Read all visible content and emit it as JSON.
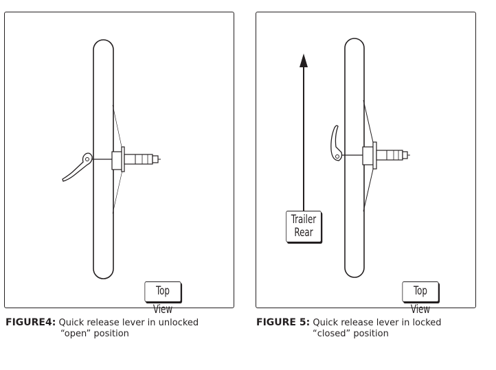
{
  "figures": [
    {
      "id": "figure4",
      "view_label": "Top View",
      "caption_number": "FIGURE4:",
      "caption_line1": "Quick release lever in unlocked",
      "caption_line2": "“open” position",
      "lever_state": "open"
    },
    {
      "id": "figure5",
      "view_label": "Top View",
      "caption_number": "FIGURE 5:",
      "caption_line1": "Quick release lever in locked",
      "caption_line2": "“closed” position",
      "lever_state": "closed",
      "direction_label_line1": "Trailer",
      "direction_label_line2": "Rear"
    }
  ],
  "colors": {
    "ink": "#231f20",
    "background": "#ffffff"
  }
}
